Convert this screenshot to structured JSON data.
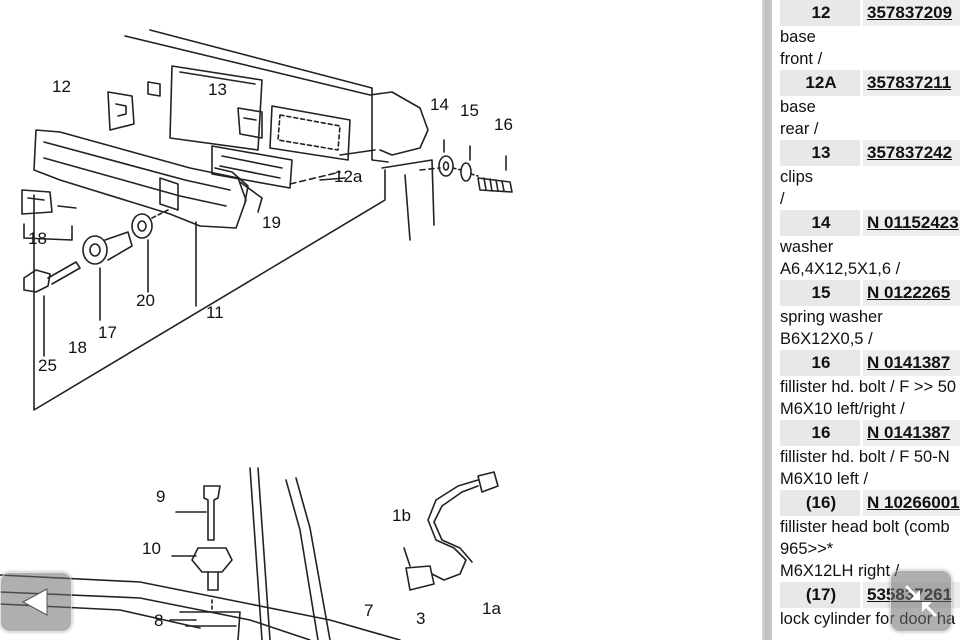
{
  "diagram": {
    "callouts": [
      "12",
      "13",
      "14",
      "15",
      "16",
      "12a",
      "19",
      "18",
      "20",
      "17",
      "11",
      "18",
      "25",
      "9",
      "10",
      "8",
      "1b",
      "7",
      "3",
      "1a"
    ]
  },
  "parts": [
    {
      "num": "12",
      "code": "357837209",
      "desc": [
        "base",
        "front /"
      ]
    },
    {
      "num": "12A",
      "code": "357837211",
      "desc": [
        "base",
        "rear /"
      ]
    },
    {
      "num": "13",
      "code": "357837242",
      "desc": [
        "clips",
        "/"
      ]
    },
    {
      "num": "14",
      "code": "N 01152423",
      "desc": [
        "washer",
        "A6,4X12,5X1,6 /"
      ]
    },
    {
      "num": "15",
      "code": "N 0122265",
      "desc": [
        "spring washer",
        "B6X12X0,5 /"
      ]
    },
    {
      "num": "16",
      "code": "N 0141387",
      "desc": [
        "fillister hd. bolt / F >> 50",
        "M6X10 left/right /"
      ]
    },
    {
      "num": "16",
      "code": "N 0141387",
      "desc": [
        "fillister hd. bolt / F 50-N",
        "M6X10 left /"
      ]
    },
    {
      "num": "(16)",
      "code": "N 10266001",
      "desc": [
        "fillister head bolt (comb",
        "965>>*",
        "M6X12LH right /"
      ]
    },
    {
      "num": "(17)",
      "code": "535837261",
      "desc": [
        "lock cylinder for door ha"
      ]
    }
  ],
  "icons": {
    "back": "back-arrow-icon",
    "collapse": "collapse-arrows-icon"
  }
}
